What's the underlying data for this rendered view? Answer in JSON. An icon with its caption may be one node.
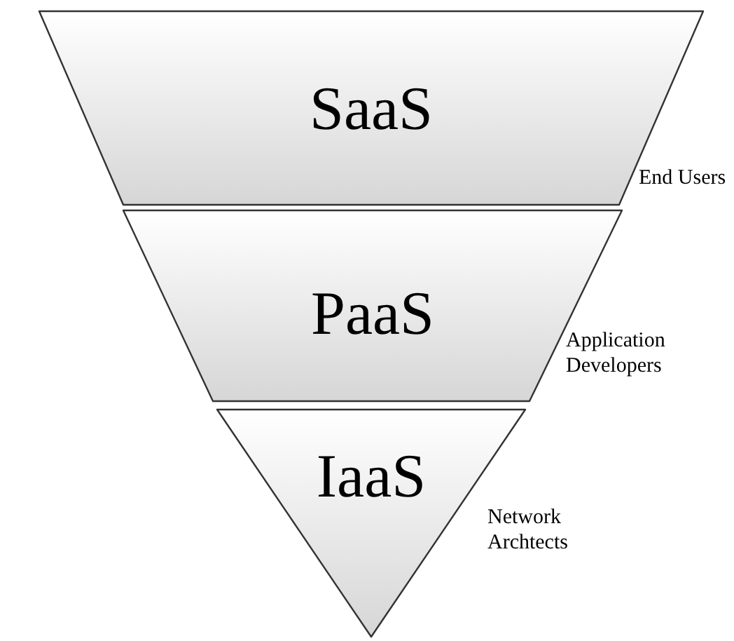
{
  "diagram": {
    "nodes": [
      {
        "text": [
          "SaaS"
        ],
        "beside": [
          "End Users"
        ]
      },
      {
        "text": [
          "PaaS"
        ],
        "beside": [
          "Application Developers"
        ]
      },
      {
        "text": [
          "IaaS"
        ],
        "beside": [
          "Network Archtects"
        ]
      }
    ]
  }
}
